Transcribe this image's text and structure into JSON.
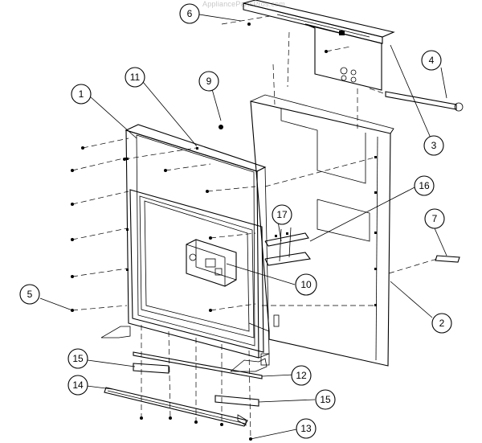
{
  "watermark": "AppliancePartsPros.com",
  "callouts": [
    {
      "id": "part-1",
      "label": "1"
    },
    {
      "id": "part-2",
      "label": "2"
    },
    {
      "id": "part-3",
      "label": "3"
    },
    {
      "id": "part-4",
      "label": "4"
    },
    {
      "id": "part-5",
      "label": "5"
    },
    {
      "id": "part-6",
      "label": "6"
    },
    {
      "id": "part-7",
      "label": "7"
    },
    {
      "id": "part-9",
      "label": "9"
    },
    {
      "id": "part-10",
      "label": "10"
    },
    {
      "id": "part-11",
      "label": "11"
    },
    {
      "id": "part-12",
      "label": "12"
    },
    {
      "id": "part-13",
      "label": "13"
    },
    {
      "id": "part-14",
      "label": "14"
    },
    {
      "id": "part-15a",
      "label": "15"
    },
    {
      "id": "part-15b",
      "label": "15"
    },
    {
      "id": "part-16",
      "label": "16"
    },
    {
      "id": "part-17",
      "label": "17"
    }
  ]
}
